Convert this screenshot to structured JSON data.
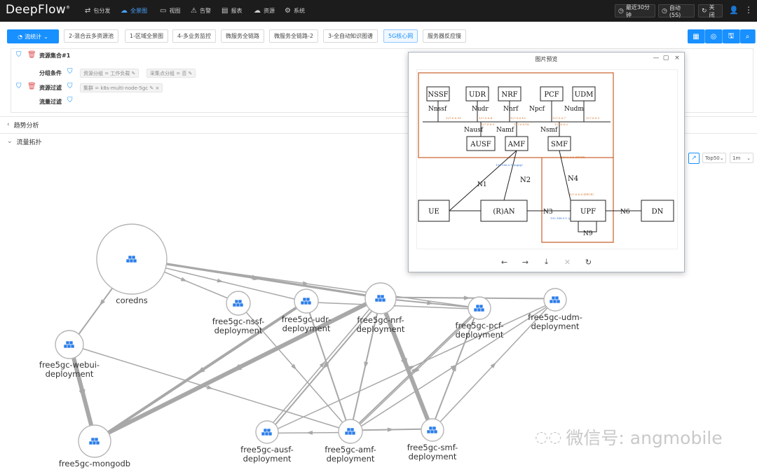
{
  "app": {
    "logo": "DeepFlow",
    "logo_mark": "®",
    "nav": [
      {
        "label": "包分发",
        "icon": "shuffle-icon",
        "glyph": "⇄"
      },
      {
        "label": "全景图",
        "icon": "cloud-icon",
        "glyph": "☁"
      },
      {
        "label": "视图",
        "icon": "screen-icon",
        "glyph": "▭"
      },
      {
        "label": "告警",
        "icon": "warning-icon",
        "glyph": "⚠"
      },
      {
        "label": "报表",
        "icon": "report-icon",
        "glyph": "▤"
      },
      {
        "label": "资源",
        "icon": "cloud-icon",
        "glyph": "☁"
      },
      {
        "label": "系统",
        "icon": "gear-icon",
        "glyph": "⚙"
      }
    ],
    "right_buttons": [
      {
        "label": "最近30分钟",
        "icon": "clock-icon",
        "glyph": "◷"
      },
      {
        "label": "自动(5S)",
        "icon": "clock-icon",
        "glyph": "◷"
      },
      {
        "label": "关闭",
        "icon": "refresh-icon",
        "glyph": "↻"
      }
    ],
    "user_glyph": "👤",
    "menu_glyph": "⋮",
    "active_color": "#4aa3ff"
  },
  "toolbar": {
    "primary_label": "流统计",
    "primary_glyph": "◔",
    "primary_caret": "⌄",
    "tabs": [
      "2-混合云多资源池",
      "1-区域全景图",
      "4-多业务监控",
      "微服务全链路",
      "微服务全链路-2",
      "3-全自动知识图谱",
      "5G核心网",
      "服务器反应慢"
    ],
    "right_glyphs": [
      "▦",
      "◎",
      "🖫",
      "⌕"
    ]
  },
  "filters": {
    "set_name": "资源集合#1",
    "group_label": "分组条件",
    "group_chips": [
      "资源分组 = 工作负载 ✎",
      "采集点分组 = 否 ✎"
    ],
    "resource_label": "资源过滤",
    "resource_chips": [
      "集群 = k8s-multi-node-5gc ✎ ×"
    ],
    "flow_label": "流量过滤"
  },
  "sections": {
    "trend": "趋势分析",
    "topology": "流量拓扑"
  },
  "controls": {
    "topn": "Top50",
    "interval": "1m",
    "caret": "⌄"
  },
  "graph": {
    "nodes": [
      {
        "id": "coredns",
        "lines": [
          "coredns"
        ]
      },
      {
        "id": "nssf",
        "lines": [
          "free5gc-nssf-",
          "deployment"
        ]
      },
      {
        "id": "udr",
        "lines": [
          "free5gc-udr-",
          "deployment"
        ]
      },
      {
        "id": "nrf",
        "lines": [
          "free5gc-nrf-",
          "deployment"
        ]
      },
      {
        "id": "pcf",
        "lines": [
          "free5gc-pcf-",
          "deployment"
        ]
      },
      {
        "id": "udm",
        "lines": [
          "free5gc-udm-",
          "deployment"
        ]
      },
      {
        "id": "webui",
        "lines": [
          "free5gc-webui-",
          "deployment"
        ]
      },
      {
        "id": "mongodb",
        "lines": [
          "free5gc-mongodb"
        ]
      },
      {
        "id": "ausf",
        "lines": [
          "free5gc-ausf-",
          "deployment"
        ]
      },
      {
        "id": "amf",
        "lines": [
          "free5gc-amf-",
          "deployment"
        ]
      },
      {
        "id": "smf",
        "lines": [
          "free5gc-smf-",
          "deployment"
        ]
      }
    ]
  },
  "preview": {
    "title": "图片预览",
    "window_glyphs": [
      "—",
      "▢",
      "×"
    ],
    "nf_boxes": [
      "NSSF",
      "UDR",
      "NRF",
      "PCF",
      "UDM",
      "AUSF",
      "AMF",
      "SMF"
    ],
    "interfaces": [
      "Nnssf",
      "Nudr",
      "Nnrf",
      "Npcf",
      "Nudm",
      "Nausf",
      "Namf",
      "Nsmf",
      "N1",
      "N2",
      "N3",
      "N4",
      "N6",
      "N9"
    ],
    "plane_nodes": [
      "UE",
      "(R)AN",
      "UPF",
      "DN"
    ],
    "ip_labels": [
      "127.0.0.31",
      "127.0.0.4",
      "127.0.0.10",
      "127.0.0.7",
      "127.0.0.3",
      "127.0.0.9",
      "127.0.0.18",
      "127.0.0.2",
      "127.0.0.1 (PFCP)",
      "127.0.0.8 (PFCP)",
      "192.168.0.1 (ngap)",
      "192.168.0.1 (gtp-u)"
    ],
    "footer_glyphs": [
      "←",
      "→",
      "⤓",
      "✕",
      "↻"
    ]
  },
  "watermark": {
    "text": "微信号: angmobile",
    "glyph": "◌◌"
  }
}
